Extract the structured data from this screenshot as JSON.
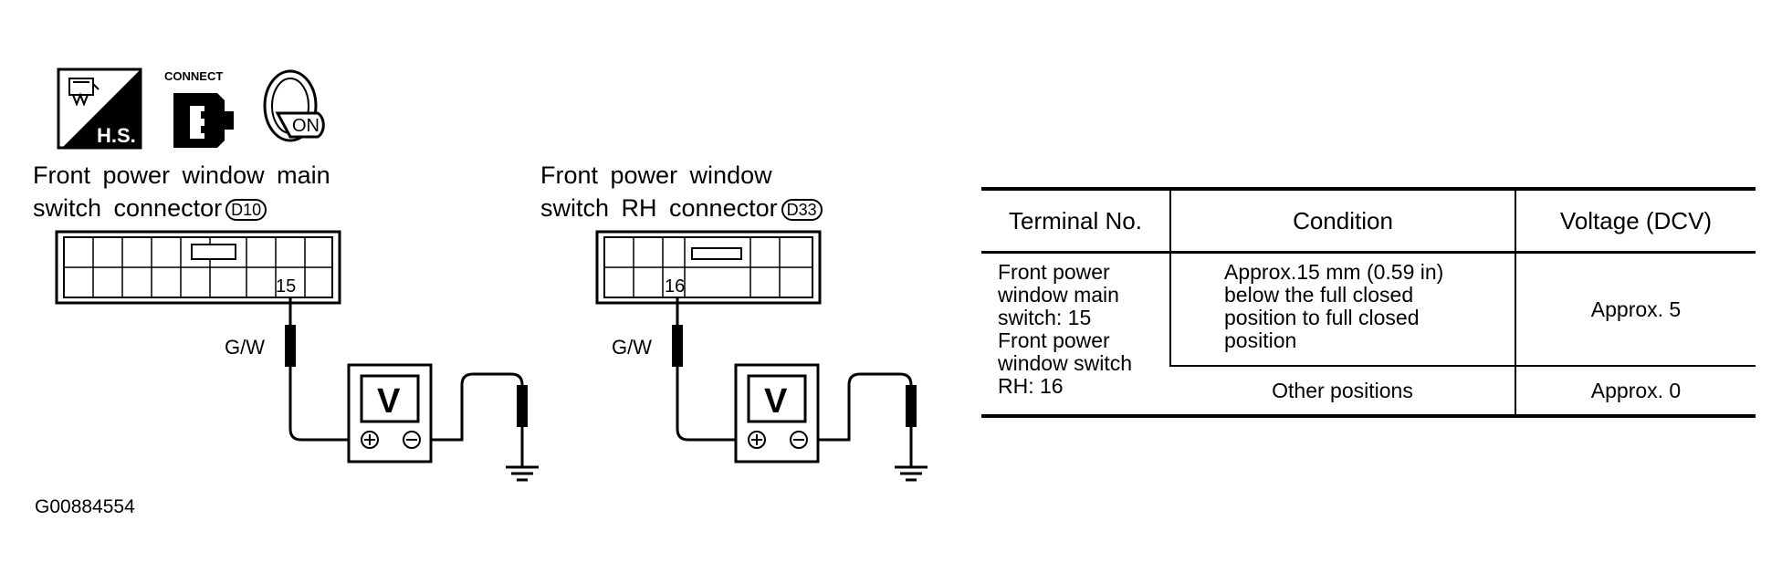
{
  "icons": {
    "hs_label": "H.S.",
    "connect_label": "CONNECT",
    "ignition_label": "ON"
  },
  "left_connector": {
    "title_line1": "Front power window main",
    "title_line2": "switch connector",
    "connector_id": "D10",
    "terminal": "15",
    "wire_color": "G/W",
    "meter_label": "V"
  },
  "right_connector": {
    "title_line1": "Front power window",
    "title_line2": "switch RH connector",
    "connector_id": "D33",
    "terminal": "16",
    "wire_color": "G/W",
    "meter_label": "V"
  },
  "table": {
    "headers": [
      "Terminal No.",
      "Condition",
      "Voltage (DCV)"
    ],
    "terminal_lines": [
      "Front power",
      "window main",
      "switch: 15",
      "Front power",
      "window switch",
      "RH: 16"
    ],
    "rows": [
      {
        "condition_lines": [
          "Approx.15 mm (0.59 in)",
          "below the full closed",
          "position to full closed",
          "position"
        ],
        "voltage": "Approx. 5"
      },
      {
        "condition_lines": [
          "Other positions"
        ],
        "voltage": "Approx. 0"
      }
    ]
  },
  "figure_id": "G00884554"
}
